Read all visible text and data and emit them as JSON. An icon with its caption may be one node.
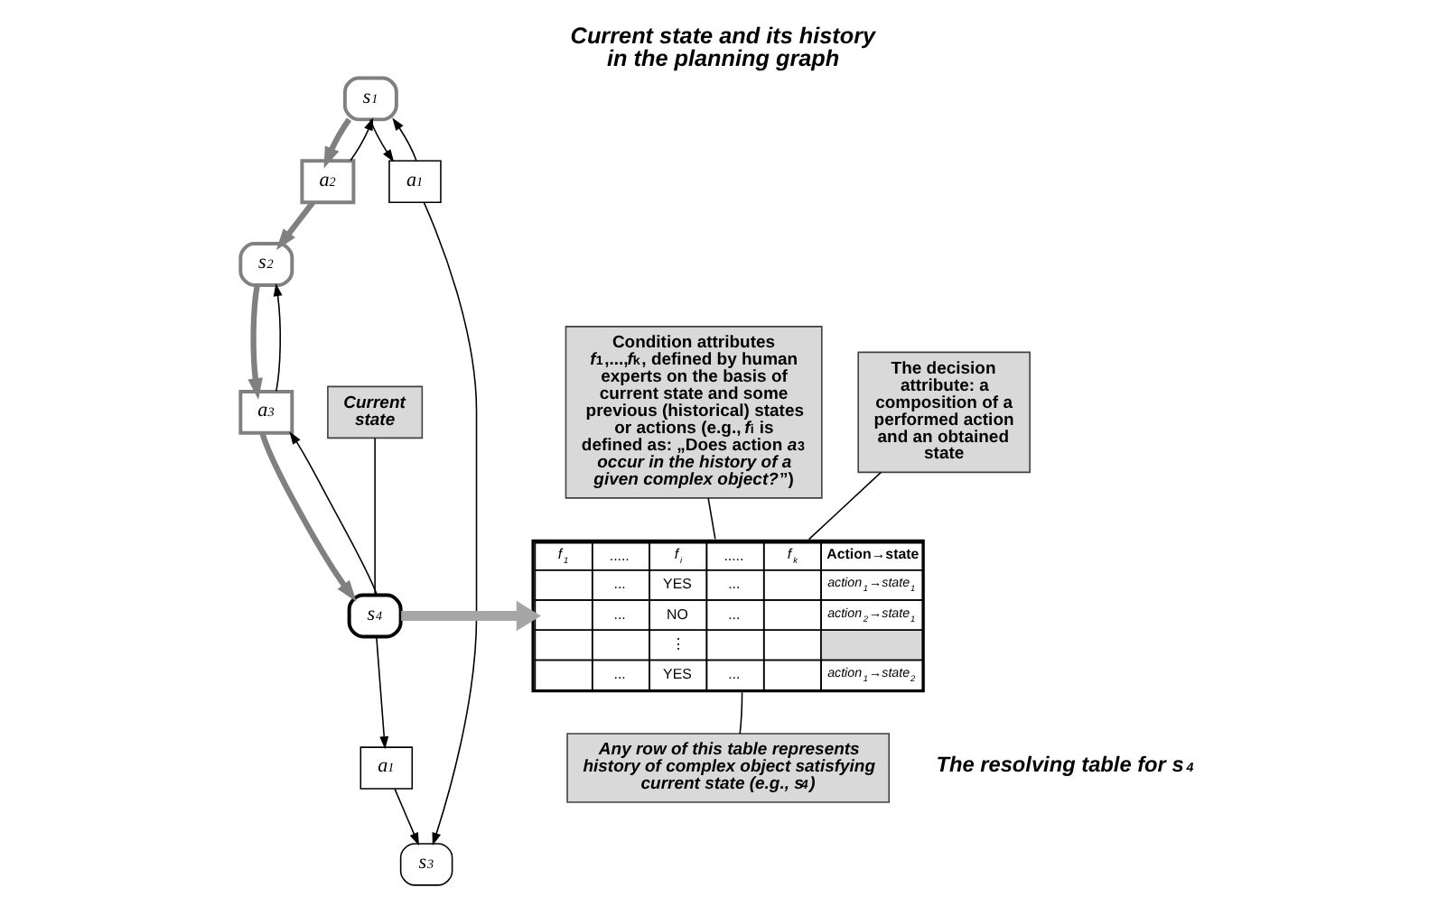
{
  "diagram": {
    "title": "Current state and its history in the planning graph",
    "caption": "The resolving table for s$_{4}$",
    "nodes": [
      {
        "text": [
          "s$_{1}$"
        ]
      },
      {
        "text": [
          "a$_{2}$"
        ]
      },
      {
        "text": [
          "s$_{2}$"
        ]
      },
      {
        "text": [
          "a$_{3}$"
        ]
      },
      {
        "text": [
          "s$_{3}$"
        ]
      },
      {
        "text": [
          "a$_{1}$"
        ]
      },
      {
        "text": [
          "a$_{1}$"
        ]
      },
      {
        "text": [
          "s$_{4}$"
        ]
      },
      {
        "text": [
          "Current state"
        ]
      },
      {
        "text": [
          "Condition attributes *f*$_{1}$,...,*f*$_{k}$, defined by human experts on the basis of current state and some previous (historical) states or actions (e.g., *f*$_{i}$ is defined as: „Does action *a*$_{3}$ *occur in the history of a given complex object?*”)"
        ]
      },
      {
        "text": [
          "The decision attribute: a composition of a performed action and an obtained state"
        ]
      },
      {
        "text": [
          "*f*$_{1}$",
          ".....",
          "*f*$_{i}$",
          ".....",
          "*f*$_{k}$",
          "Action→state",
          "...",
          "YES",
          "...",
          "*action*$_{1}$*→state*$_{1}$",
          "...",
          "NO",
          "...",
          "*action*$_{2}$*→state*$_{1}$",
          "⋮",
          "...",
          "YES",
          "...",
          "*action*$_{1}$*→state*$_{2}$"
        ]
      },
      {
        "text": [
          "Any row of this table represents history of complex object satisfying current state (e.g., s$_{4}$)"
        ]
      }
    ],
    "edges": [
      {
        "from": 0,
        "to": 1,
        "arrow": "to",
        "style": "thick",
        "color": "#808080"
      },
      {
        "from": 1,
        "to": 2,
        "arrow": "to",
        "style": "thick",
        "color": "#808080"
      },
      {
        "from": 2,
        "to": 3,
        "arrow": "to",
        "style": "thick",
        "color": "#808080"
      },
      {
        "from": 3,
        "to": 7,
        "arrow": "to",
        "style": "thick",
        "color": "#808080"
      },
      {
        "from": 1,
        "to": 0,
        "arrow": "to"
      },
      {
        "from": 3,
        "to": 2,
        "arrow": "to"
      },
      {
        "from": 0,
        "to": 5,
        "arrow": "to"
      },
      {
        "from": 5,
        "to": 0,
        "arrow": "to"
      },
      {
        "from": 5,
        "to": 4,
        "arrow": "to"
      },
      {
        "from": 6,
        "to": 4,
        "arrow": "to"
      },
      {
        "from": 7,
        "to": 6,
        "arrow": "to"
      },
      {
        "from": 7,
        "to": 3,
        "arrow": "to"
      },
      {
        "from": 8,
        "to": 7,
        "arrow": "none"
      },
      {
        "from": 7,
        "to": 11,
        "arrow": "to",
        "style": "thick",
        "color": "#a6a6a6"
      },
      {
        "from": 9,
        "to": 11,
        "arrow": "none"
      },
      {
        "from": 10,
        "to": 11,
        "arrow": "none"
      },
      {
        "from": 12,
        "to": 11,
        "arrow": "none"
      }
    ]
  }
}
